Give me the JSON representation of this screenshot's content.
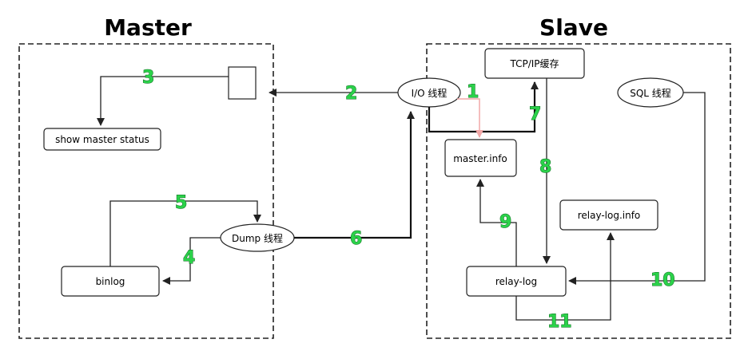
{
  "master": {
    "title": "Master",
    "show_master_status": "show master status",
    "binlog": "binlog",
    "dump_thread": "Dump 线程"
  },
  "slave": {
    "title": "Slave",
    "tcp_cache": "TCP/IP缓存",
    "io_thread": "I/O 线程",
    "sql_thread": "SQL 线程",
    "master_info": "master.info",
    "relay_log_info": "relay-log.info",
    "relay_log": "relay-log"
  },
  "steps": [
    "1",
    "2",
    "3",
    "4",
    "5",
    "6",
    "7",
    "8",
    "9",
    "10",
    "11"
  ],
  "colors": {
    "step_fill": "#2bd24a",
    "step_outline": "#116a22",
    "pink_arrow": "#f2a8a8"
  }
}
